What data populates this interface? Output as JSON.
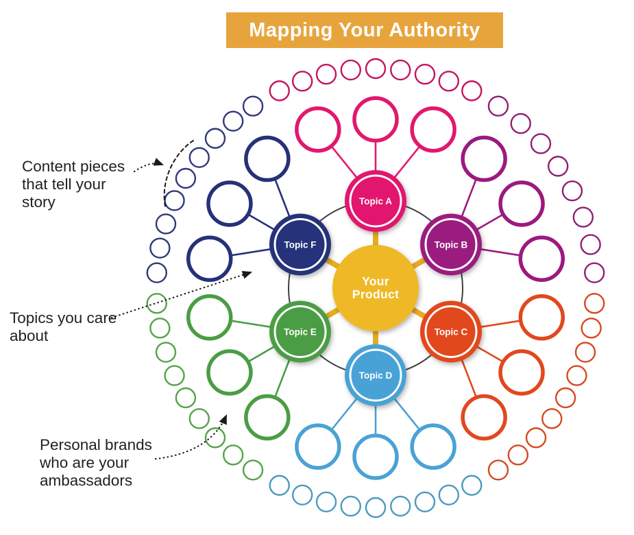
{
  "title": {
    "text": "Mapping Your Authority"
  },
  "colors": {
    "background": "#FFFFFF",
    "banner_bg": "#E8A43C",
    "banner_text": "#FFFFFF",
    "center_fill": "#EFB827",
    "spoke": "#E6AC24",
    "ring": "#3F3F3F",
    "annotation_text": "#231F20",
    "arrow": "#1A1A1A"
  },
  "center": {
    "label": [
      "Your",
      "Product"
    ]
  },
  "topics": [
    {
      "label": "Topic A",
      "angle": 90,
      "color": "#E2186E",
      "outer_color": "#C4155E",
      "satellite_count": 3,
      "outer_count": 9
    },
    {
      "label": "Topic B",
      "angle": 30,
      "color": "#9B1A7F",
      "outer_color": "#8E2171",
      "satellite_count": 3,
      "outer_count": 8
    },
    {
      "label": "Topic C",
      "angle": -30,
      "color": "#E1481F",
      "outer_color": "#D54A20",
      "satellite_count": 3,
      "outer_count": 9
    },
    {
      "label": "Topic D",
      "angle": -90,
      "color": "#4AA2D5",
      "outer_color": "#4D99C0",
      "satellite_count": 3,
      "outer_count": 9
    },
    {
      "label": "Topic E",
      "angle": -150,
      "color": "#4B9D45",
      "outer_color": "#56A24A",
      "satellite_count": 3,
      "outer_count": 9
    },
    {
      "label": "Topic F",
      "angle": 150,
      "color": "#263179",
      "outer_color": "#2F3979",
      "satellite_count": 3,
      "outer_count": 9
    }
  ],
  "annotations": [
    {
      "lines": [
        "Content pieces",
        "that tell your",
        "story"
      ]
    },
    {
      "lines": [
        "Topics you care",
        "about"
      ]
    },
    {
      "lines": [
        "Personal brands",
        "who are your",
        "ambassadors"
      ]
    }
  ]
}
